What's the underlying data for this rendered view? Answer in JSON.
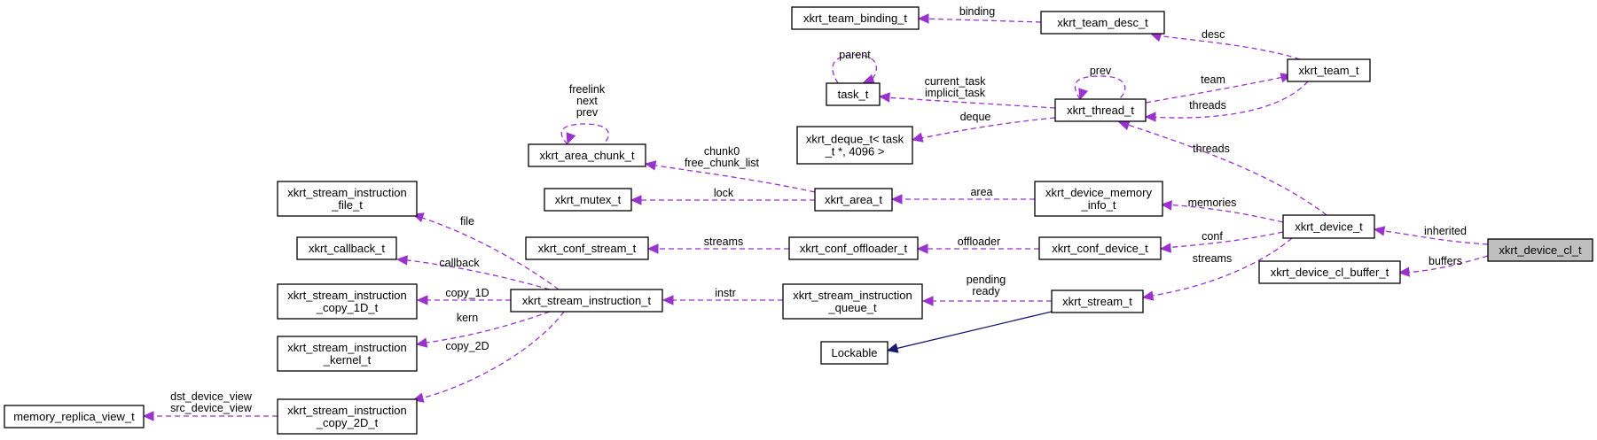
{
  "nodes": {
    "xkrt_team_binding_t": {
      "lines": [
        "xkrt_team_binding_t"
      ]
    },
    "xkrt_team_desc_t": {
      "lines": [
        "xkrt_team_desc_t"
      ]
    },
    "xkrt_team_t": {
      "lines": [
        "xkrt_team_t"
      ]
    },
    "task_t": {
      "lines": [
        "task_t"
      ]
    },
    "xkrt_thread_t": {
      "lines": [
        "xkrt_thread_t"
      ]
    },
    "xkrt_deque_t": {
      "lines": [
        "xkrt_deque_t< task",
        "_t *, 4096 >"
      ]
    },
    "xkrt_area_chunk_t": {
      "lines": [
        "xkrt_area_chunk_t"
      ]
    },
    "xkrt_mutex_t": {
      "lines": [
        "xkrt_mutex_t"
      ]
    },
    "xkrt_area_t": {
      "lines": [
        "xkrt_area_t"
      ]
    },
    "xkrt_device_memory_info_t": {
      "lines": [
        "xkrt_device_memory",
        "_info_t"
      ]
    },
    "xkrt_device_t": {
      "lines": [
        "xkrt_device_t"
      ]
    },
    "xkrt_device_cl_t": {
      "lines": [
        "xkrt_device_cl_t"
      ]
    },
    "xkrt_device_cl_buffer_t": {
      "lines": [
        "xkrt_device_cl_buffer_t"
      ]
    },
    "xkrt_stream_instruction_file_t": {
      "lines": [
        "xkrt_stream_instruction",
        "_file_t"
      ]
    },
    "xkrt_callback_t": {
      "lines": [
        "xkrt_callback_t"
      ]
    },
    "xkrt_conf_stream_t": {
      "lines": [
        "xkrt_conf_stream_t"
      ]
    },
    "xkrt_conf_offloader_t": {
      "lines": [
        "xkrt_conf_offloader_t"
      ]
    },
    "xkrt_conf_device_t": {
      "lines": [
        "xkrt_conf_device_t"
      ]
    },
    "xkrt_stream_instruction_copy_1D_t": {
      "lines": [
        "xkrt_stream_instruction",
        "_copy_1D_t"
      ]
    },
    "xkrt_stream_instruction_t": {
      "lines": [
        "xkrt_stream_instruction_t"
      ]
    },
    "xkrt_stream_instruction_queue_t": {
      "lines": [
        "xkrt_stream_instruction",
        "_queue_t"
      ]
    },
    "xkrt_stream_t": {
      "lines": [
        "xkrt_stream_t"
      ]
    },
    "Lockable": {
      "lines": [
        "Lockable"
      ]
    },
    "xkrt_stream_instruction_kernel_t": {
      "lines": [
        "xkrt_stream_instruction",
        "_kernel_t"
      ]
    },
    "memory_replica_view_t": {
      "lines": [
        "memory_replica_view_t"
      ]
    },
    "xkrt_stream_instruction_copy_2D_t": {
      "lines": [
        "xkrt_stream_instruction",
        "_copy_2D_t"
      ]
    }
  },
  "edges": {
    "binding": {
      "lines": [
        "binding"
      ]
    },
    "desc": {
      "lines": [
        "desc"
      ]
    },
    "parent": {
      "lines": [
        "parent"
      ]
    },
    "prev_thread": {
      "lines": [
        "prev"
      ]
    },
    "current_task": {
      "lines": [
        "current_task",
        "implicit_task"
      ]
    },
    "team": {
      "lines": [
        "team"
      ]
    },
    "threads_team": {
      "lines": [
        "threads"
      ]
    },
    "deque": {
      "lines": [
        "deque"
      ]
    },
    "freelink": {
      "lines": [
        "freelink",
        "next",
        "prev"
      ]
    },
    "chunk0": {
      "lines": [
        "chunk0",
        "free_chunk_list"
      ]
    },
    "lock": {
      "lines": [
        "lock"
      ]
    },
    "area": {
      "lines": [
        "area"
      ]
    },
    "threads_device": {
      "lines": [
        "threads"
      ]
    },
    "memories": {
      "lines": [
        "memories"
      ]
    },
    "inherited": {
      "lines": [
        "inherited"
      ]
    },
    "buffers": {
      "lines": [
        "buffers"
      ]
    },
    "streams_conf": {
      "lines": [
        "streams"
      ]
    },
    "offloader": {
      "lines": [
        "offloader"
      ]
    },
    "conf": {
      "lines": [
        "conf"
      ]
    },
    "streams_device": {
      "lines": [
        "streams"
      ]
    },
    "file": {
      "lines": [
        "file"
      ]
    },
    "callback": {
      "lines": [
        "callback"
      ]
    },
    "copy_1D": {
      "lines": [
        "copy_1D"
      ]
    },
    "instr": {
      "lines": [
        "instr"
      ]
    },
    "pending": {
      "lines": [
        "pending",
        "ready"
      ]
    },
    "kern": {
      "lines": [
        "kern"
      ]
    },
    "copy_2D": {
      "lines": [
        "copy_2D"
      ]
    },
    "dst_device_view": {
      "lines": [
        "dst_device_view",
        "src_device_view"
      ]
    },
    "lockable": {
      "lines": []
    }
  },
  "colors": {
    "association": "#9a32cd",
    "inheritance": "#191970",
    "highlight_fill": "#bfbfbf"
  }
}
